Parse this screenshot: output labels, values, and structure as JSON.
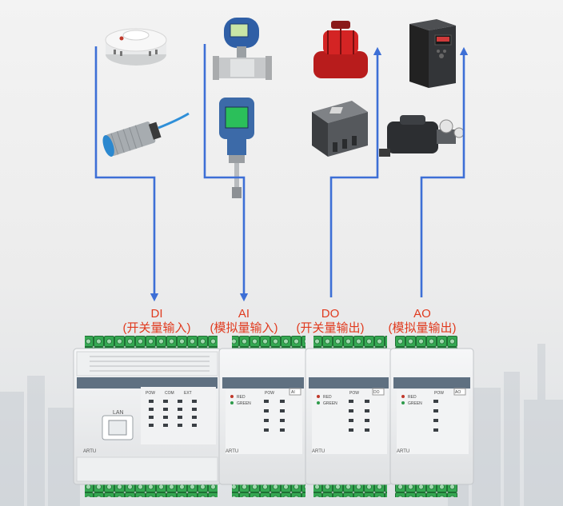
{
  "channels": [
    {
      "code": "DI",
      "desc": "(开关量输入)"
    },
    {
      "code": "AI",
      "desc": "(模拟量输入)"
    },
    {
      "code": "DO",
      "desc": "(开关量输出)"
    },
    {
      "code": "AO",
      "desc": "(模拟量输出)"
    }
  ],
  "modules": {
    "brand": "ARTU",
    "lan_label": "LAN",
    "leds": [
      "POW",
      "COM",
      "EXT"
    ],
    "ind_red": "RED",
    "ind_green": "GREEN",
    "ai_badge": "AI",
    "do_badge": "DO",
    "ao_badge": "AO"
  },
  "colors": {
    "line": "#3d6fd6",
    "label": "#e03a1e",
    "terminal": "#2e9a4a"
  }
}
